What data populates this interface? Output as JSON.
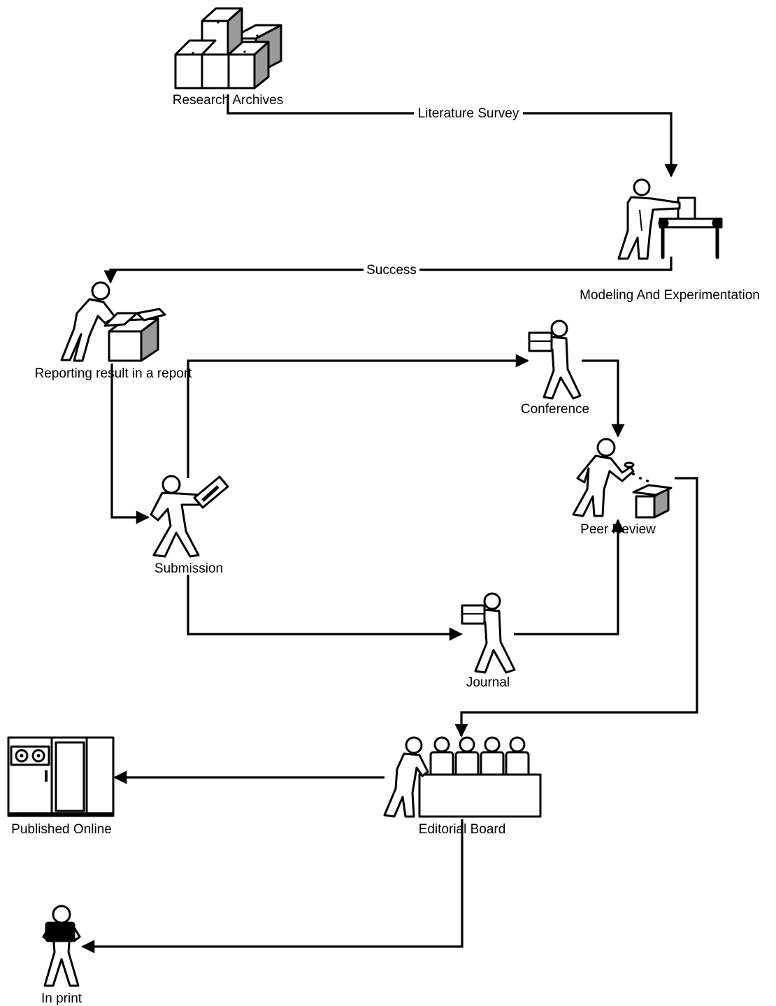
{
  "nodes": {
    "research_archives": "Research Archives",
    "modeling": "Modeling And Experimentation",
    "reporting": "Reporting result in a report",
    "submission": "Submission",
    "conference": "Conference",
    "peer_review": "Peer Review",
    "journal": "Journal",
    "editorial_board": "Editorial Board",
    "published_online": "Published Online",
    "in_print": "In print"
  },
  "edges": {
    "literature_survey": "Literature Survey",
    "success": "Success"
  },
  "icons": {
    "research_archives": "archive-boxes-icon",
    "modeling": "worker-at-machine-icon",
    "reporting": "person-packing-box-icon",
    "submission": "person-throwing-envelope-icon",
    "conference": "person-carrying-box-icon",
    "peer_review": "person-filling-box-icon",
    "journal": "person-carrying-box-icon",
    "editorial_board": "board-meeting-icon",
    "published_online": "server-cabinet-icon",
    "in_print": "standing-person-icon"
  }
}
